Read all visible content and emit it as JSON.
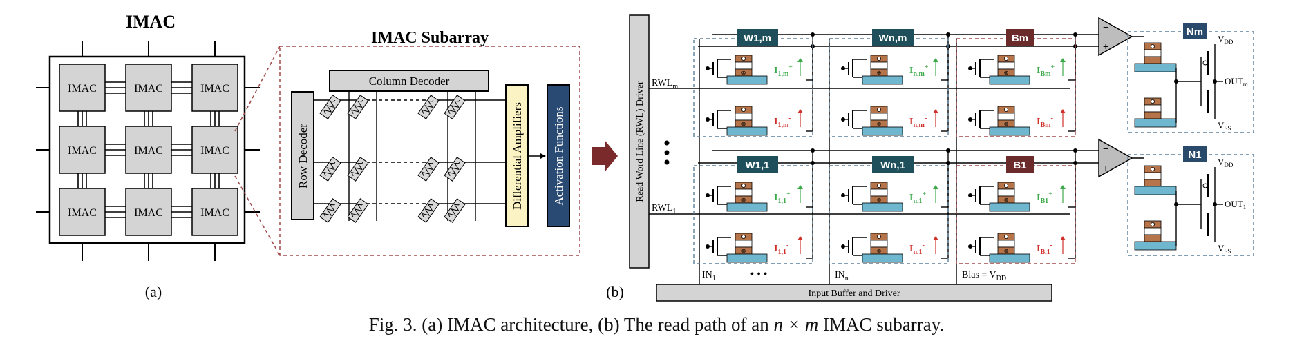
{
  "panel_a": {
    "title": "IMAC",
    "cell_label": "IMAC",
    "zoom_title": "IMAC Subarray",
    "column_decoder": "Column Decoder",
    "row_decoder": "Row Decoder",
    "diff_amps": "Differential Amplifiers",
    "activation": "Activation Functions",
    "label": "(a)"
  },
  "panel_b": {
    "rwl_driver": "Read Word Line (RWL) Driver",
    "rwl_m": "RWL",
    "rwl_m_sub": "m",
    "rwl_1": "RWL",
    "rwl_1_sub": "1",
    "weights_top": [
      "W1,m",
      "Wn,m",
      "Bm"
    ],
    "weights_bottom": [
      "W1,1",
      "Wn,1",
      "B1"
    ],
    "currents_top_plus": [
      [
        "I",
        "1,m",
        "+"
      ],
      [
        "I",
        "n,m",
        "+"
      ],
      [
        "I",
        "Bm",
        "+"
      ]
    ],
    "currents_top_minus": [
      [
        "I",
        "1,m",
        "-"
      ],
      [
        "I",
        "n,m",
        "-"
      ],
      [
        "I",
        "Bm",
        "-"
      ]
    ],
    "currents_bot_plus": [
      [
        "I",
        "1,1",
        "+"
      ],
      [
        "I",
        "n,1",
        "+"
      ],
      [
        "I",
        "B1",
        "+"
      ]
    ],
    "currents_bot_minus": [
      [
        "I",
        "1,1",
        "-"
      ],
      [
        "I",
        "n,1",
        "-"
      ],
      [
        "I",
        "B,1",
        "-"
      ]
    ],
    "neurons": [
      "Nm",
      "N1"
    ],
    "vdd": "V",
    "vdd_sub": "DD",
    "vss": "V",
    "vss_sub": "SS",
    "out_m": "OUT",
    "out_m_sub": "m",
    "out_1": "OUT",
    "out_1_sub": "1",
    "in_1": "IN",
    "in_1_sub": "1",
    "in_n": "IN",
    "in_n_sub": "n",
    "bias": "Bias = V",
    "bias_sub": "DD",
    "input_buffer": "Input Buffer and Driver",
    "ellipsis": "• • •",
    "label": "(b)"
  },
  "caption": {
    "prefix": "Fig. 3.  (a) IMAC architecture, (b) The read path of an",
    "math": "n × m",
    "suffix": "IMAC subarray."
  },
  "colors": {
    "cell_fill": "#d4d4d4",
    "weight_tag": "#1e4f5a",
    "bias_tag": "#6b2b2b",
    "neuron_tag": "#2a4a6b",
    "plus_current": "#3caa4a",
    "minus_current": "#d0302a",
    "mtj_brown": "#b5744a",
    "mtj_blue": "#6fb6cf",
    "dashed_blue": "#5b7f9a",
    "dashed_red": "#a04a4a",
    "diff_amp_fill": "#fbf3c4",
    "activation_fill": "#284a73",
    "arrow_fill": "#7a2a2a"
  }
}
